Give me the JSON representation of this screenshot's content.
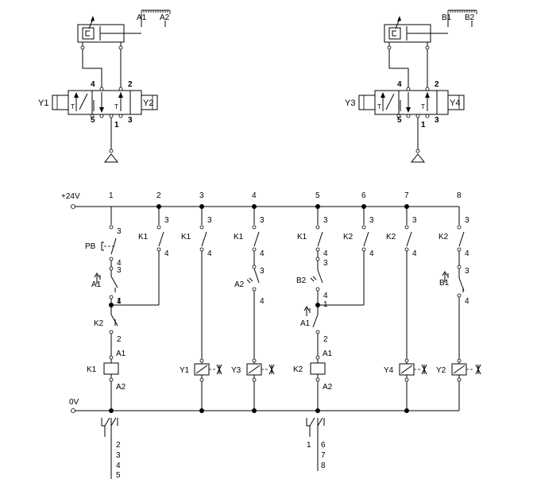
{
  "pneumatics": {
    "cyl1": {
      "ends": [
        "A1",
        "A2"
      ],
      "ports": [
        "4",
        "2",
        "5",
        "1",
        "3"
      ],
      "coils": [
        "Y1",
        "Y2"
      ]
    },
    "cyl2": {
      "ends": [
        "B1",
        "B2"
      ],
      "ports": [
        "4",
        "2",
        "5",
        "1",
        "3"
      ],
      "coils": [
        "Y3",
        "Y4"
      ]
    }
  },
  "supply": {
    "plus": "+24V",
    "zero": "0V"
  },
  "lines": [
    "1",
    "2",
    "3",
    "4",
    "5",
    "6",
    "7",
    "8"
  ],
  "circuit": {
    "c1": {
      "pb": "PB",
      "t3a": "3",
      "t4a": "4",
      "sensor": "A1",
      "t3b": "3",
      "t4b": "4",
      "k2": "K2",
      "t1": "1",
      "t2": "2",
      "relay": "K1",
      "rA1": "A1",
      "rA2": "A2"
    },
    "c2": {
      "k": "K1",
      "t3": "3",
      "t4": "4"
    },
    "c3": {
      "k": "K1",
      "t3": "3",
      "t4": "4",
      "coil": "Y1"
    },
    "c4": {
      "k": "K1",
      "t3": "3",
      "t4": "4",
      "sensor": "A2",
      "t3b": "3",
      "t4b": "4",
      "coil": "Y3"
    },
    "c5": {
      "k": "K1",
      "t3": "3",
      "t4": "4",
      "sensor": "B2",
      "t3b": "3",
      "t4b": "4",
      "sensor2": "A1",
      "t1": "1",
      "t2": "2",
      "relay": "K2",
      "rA1": "A1",
      "rA2": "A2"
    },
    "c6": {
      "k": "K2",
      "t3": "3",
      "t4": "4"
    },
    "c7": {
      "k": "K2",
      "t3": "3",
      "t4": "4",
      "coil": "Y4"
    },
    "c8": {
      "k": "K2",
      "t3": "3",
      "t4": "4",
      "sensor": "B1",
      "t3b": "3",
      "t4b": "4",
      "coil": "Y2"
    }
  },
  "contactTables": {
    "k1": [
      "2",
      "3",
      "4",
      "5"
    ],
    "k2": {
      "nc": [
        "1"
      ],
      "no": [
        "6",
        "7",
        "8"
      ]
    }
  }
}
